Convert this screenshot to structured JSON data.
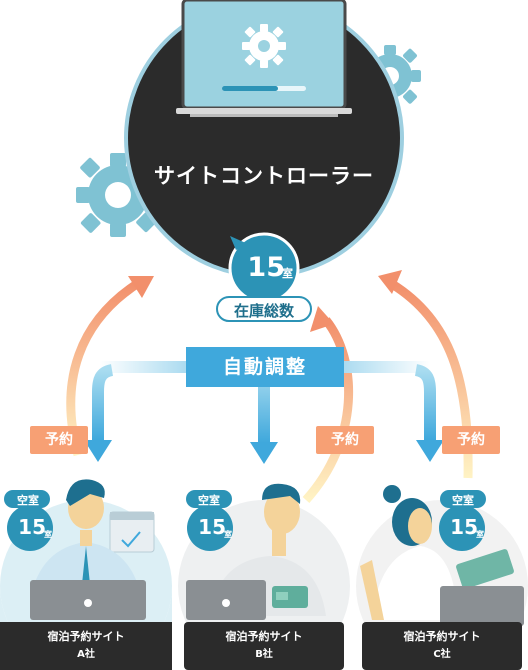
{
  "controller": {
    "title": "サイトコントローラー"
  },
  "inventory": {
    "count": "15",
    "unit": "室",
    "label": "在庫総数"
  },
  "auto_adjust": {
    "label": "自動調整"
  },
  "reservation_label": "予約",
  "sites": [
    {
      "vacancy_label": "空室",
      "vacancy_count": "15",
      "vacancy_unit": "室",
      "name": "宿泊予約サイト",
      "company": "A社"
    },
    {
      "vacancy_label": "空室",
      "vacancy_count": "15",
      "vacancy_unit": "室",
      "name": "宿泊予約サイト",
      "company": "B社"
    },
    {
      "vacancy_label": "空室",
      "vacancy_count": "15",
      "vacancy_unit": "室",
      "name": "宿泊予約サイト",
      "company": "C社"
    }
  ],
  "colors": {
    "dark": "#2b2b2b",
    "teal": "#2c93b6",
    "light_blue": "#7cc6e6",
    "orange": "#f7a074",
    "gear": "#7fc2d3"
  }
}
